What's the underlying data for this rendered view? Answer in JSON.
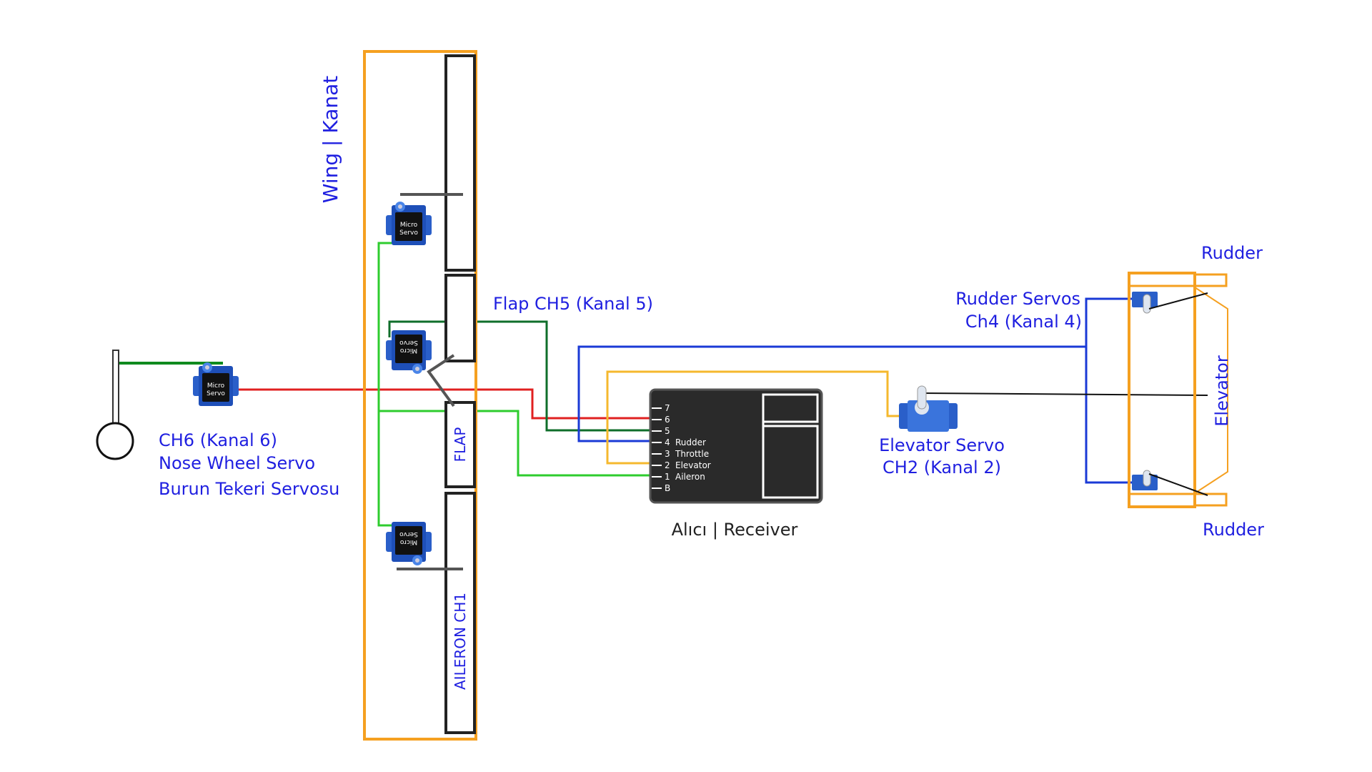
{
  "labels": {
    "wing": "Wing | Kanat",
    "flap_channel": "Flap CH5 (Kanal 5)",
    "flap": "FLAP",
    "aileron": "AILERON CH1",
    "nose_ch": "CH6 (Kanal 6)",
    "nose_en": "Nose Wheel Servo",
    "nose_tr": "Burun Tekeri Servosu",
    "receiver": "Alıcı | Receiver",
    "elevator_servo": "Elevator Servo",
    "elevator_ch": "CH2 (Kanal 2)",
    "rudder_servos": "Rudder Servos",
    "rudder_ch": "Ch4 (Kanal 4)",
    "rudder_top": "Rudder",
    "rudder_bottom": "Rudder",
    "elevator": "Elevator"
  },
  "servo": {
    "line1": "Micro",
    "line2": "Servo"
  },
  "receiver_pins": [
    {
      "num": "7",
      "name": ""
    },
    {
      "num": "6",
      "name": ""
    },
    {
      "num": "5",
      "name": ""
    },
    {
      "num": "4",
      "name": "Rudder"
    },
    {
      "num": "3",
      "name": "Throttle"
    },
    {
      "num": "2",
      "name": "Elevator"
    },
    {
      "num": "1",
      "name": "Aileron"
    },
    {
      "num": "B",
      "name": ""
    }
  ],
  "colors": {
    "label": "#1f1fe0",
    "wing_outline": "#f5a020",
    "wire_red": "#e02020",
    "wire_blue": "#1a3ad6",
    "wire_yellow": "#f5b82e",
    "wire_dark_green": "#0f6e2a",
    "wire_green": "#2ecc2e",
    "receiver_body": "#2a2a2a"
  }
}
